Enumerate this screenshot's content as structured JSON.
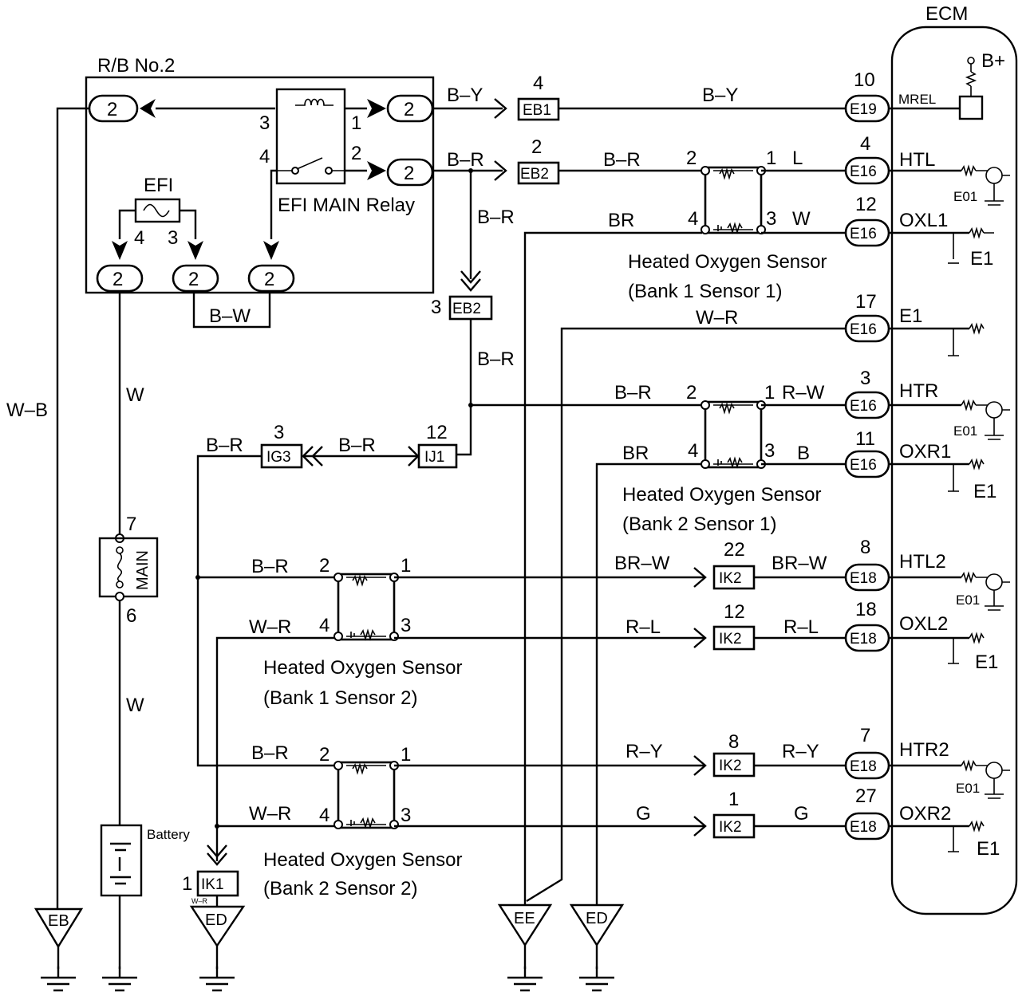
{
  "rb": {
    "title": "R/B No.2",
    "pin": "2"
  },
  "relay": {
    "label": "EFI MAIN Relay",
    "pin1": "1",
    "pin2": "2",
    "pin3": "3",
    "pin4": "4"
  },
  "efi": {
    "label": "EFI",
    "pin3": "3",
    "pin4": "4"
  },
  "ecm": {
    "title": "ECM",
    "bplus": "B+",
    "mrel": "MREL"
  },
  "wires": {
    "by": "B–Y",
    "br": "B–R",
    "bw": "B–W",
    "w": "W",
    "wb": "W–B",
    "brn": "BR",
    "wr": "W–R",
    "l": "L",
    "wcol": "W",
    "rw": "R–W",
    "b": "B",
    "brw": "BR–W",
    "rl": "R–L",
    "ry": "R–Y",
    "g": "G",
    "wr_small": "W–R"
  },
  "connectors": {
    "eb1": "EB1",
    "eb2": "EB2",
    "ig3": "IG3",
    "ij1": "IJ1",
    "ik2": "IK2",
    "ik1": "IK1",
    "e19": "E19",
    "e16": "E16",
    "e18": "E18"
  },
  "pins": {
    "eb1": "4",
    "eb2": "2",
    "eb2b": "3",
    "ig3": "3",
    "ij1": "12",
    "ik1": "1",
    "ik2_1": "22",
    "ik2_2": "12",
    "ik2_3": "8",
    "ik2_4": "1",
    "e19": "10",
    "e16_htl": "4",
    "e16_oxl1": "12",
    "e16_e1": "17",
    "e16_htr": "3",
    "e16_oxr1": "11",
    "e18_htl2": "8",
    "e18_oxl2": "18",
    "e18_htr2": "7",
    "e18_oxr2": "27",
    "fuse_top": "7",
    "fuse_bot": "6",
    "s1": "1",
    "s2": "2",
    "s3": "3",
    "s4": "4"
  },
  "ecm_signals": {
    "htl": "HTL",
    "oxl1": "OXL1",
    "e1": "E1",
    "htr": "HTR",
    "oxr1": "OXR1",
    "htl2": "HTL2",
    "oxl2": "OXL2",
    "htr2": "HTR2",
    "oxr2": "OXR2",
    "e01": "E01"
  },
  "sensors": {
    "name": "Heated Oxygen Sensor",
    "b1s1": "(Bank 1 Sensor 1)",
    "b2s1": "(Bank 2 Sensor 1)",
    "b1s2": "(Bank 1 Sensor 2)",
    "b2s2": "(Bank 2 Sensor 2)"
  },
  "fuse_main": "MAIN",
  "battery": "Battery",
  "grounds": {
    "eb": "EB",
    "ed": "ED",
    "ee": "EE"
  }
}
